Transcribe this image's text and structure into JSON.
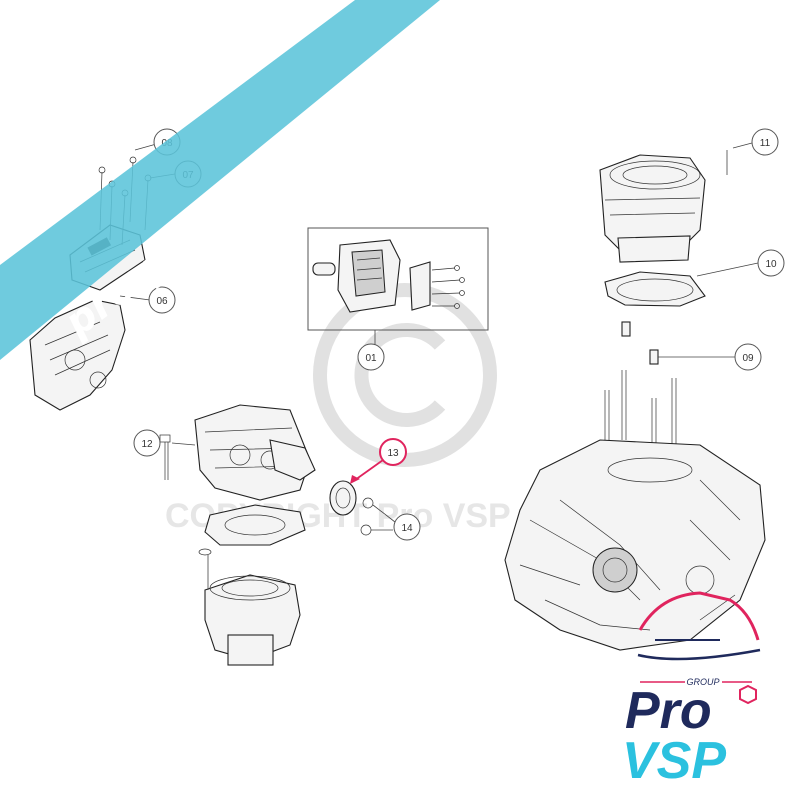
{
  "diagram": {
    "callouts": [
      {
        "id": "c08",
        "label": "08"
      },
      {
        "id": "c07",
        "label": "07"
      },
      {
        "id": "c06",
        "label": "06"
      },
      {
        "id": "c01",
        "label": "01"
      },
      {
        "id": "c11",
        "label": "11"
      },
      {
        "id": "c10",
        "label": "10"
      },
      {
        "id": "c09",
        "label": "09"
      },
      {
        "id": "c12",
        "label": "12"
      },
      {
        "id": "c13",
        "label": "13"
      },
      {
        "id": "c14",
        "label": "14"
      }
    ],
    "highlight_color": "#e0245e",
    "line_color": "#444444"
  },
  "watermark": {
    "symbol": "©",
    "text": "COPYRIGHT Pro VSP",
    "color": "#d9d9d9"
  },
  "banner": {
    "text": "pro-piece-vsp.com",
    "color": "#5bc4da",
    "text_color": "#ffffff"
  },
  "logo": {
    "group": "GROUP",
    "line1": "Pro",
    "line2": "VSP",
    "navy": "#1f2a5c",
    "cyan": "#2bc1df",
    "magenta": "#e0245e"
  }
}
